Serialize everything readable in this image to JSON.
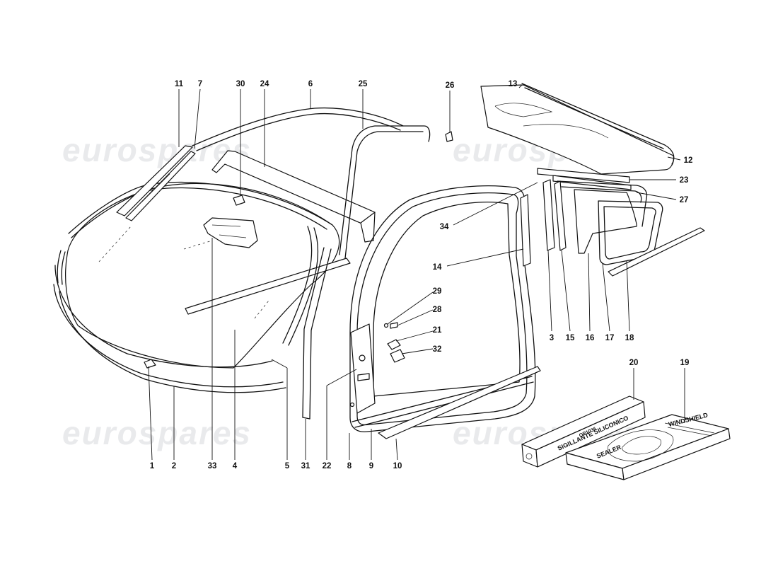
{
  "watermark": {
    "text": "eurospares"
  },
  "callouts": [
    {
      "id": "c1",
      "text": "1"
    },
    {
      "id": "c2",
      "text": "2"
    },
    {
      "id": "c3",
      "text": "3"
    },
    {
      "id": "c4",
      "text": "4"
    },
    {
      "id": "c5",
      "text": "5"
    },
    {
      "id": "c6",
      "text": "6"
    },
    {
      "id": "c7",
      "text": "7"
    },
    {
      "id": "c8",
      "text": "8"
    },
    {
      "id": "c9",
      "text": "9"
    },
    {
      "id": "c10",
      "text": "10"
    },
    {
      "id": "c11",
      "text": "11"
    },
    {
      "id": "c12",
      "text": "12"
    },
    {
      "id": "c13",
      "text": "13"
    },
    {
      "id": "c14",
      "text": "14"
    },
    {
      "id": "c15",
      "text": "15"
    },
    {
      "id": "c16",
      "text": "16"
    },
    {
      "id": "c17",
      "text": "17"
    },
    {
      "id": "c18",
      "text": "18"
    },
    {
      "id": "c19",
      "text": "19"
    },
    {
      "id": "c20",
      "text": "20"
    },
    {
      "id": "c21",
      "text": "21"
    },
    {
      "id": "c22",
      "text": "22"
    },
    {
      "id": "c23",
      "text": "23"
    },
    {
      "id": "c24",
      "text": "24"
    },
    {
      "id": "c25",
      "text": "25"
    },
    {
      "id": "c26",
      "text": "26"
    },
    {
      "id": "c27",
      "text": "27"
    },
    {
      "id": "c28",
      "text": "28"
    },
    {
      "id": "c29",
      "text": "29"
    },
    {
      "id": "c30",
      "text": "30"
    },
    {
      "id": "c31",
      "text": "31"
    },
    {
      "id": "c32",
      "text": "32"
    },
    {
      "id": "c33",
      "text": "33"
    },
    {
      "id": "c34",
      "text": "34"
    }
  ],
  "packaging": {
    "sealant_tube_line1": "SIGILLANTE SILICONICO",
    "sealant_tube_line2": "OP1036",
    "sealer_box_line1": "WINDSHIELD",
    "sealer_box_line2": "SEALER"
  }
}
